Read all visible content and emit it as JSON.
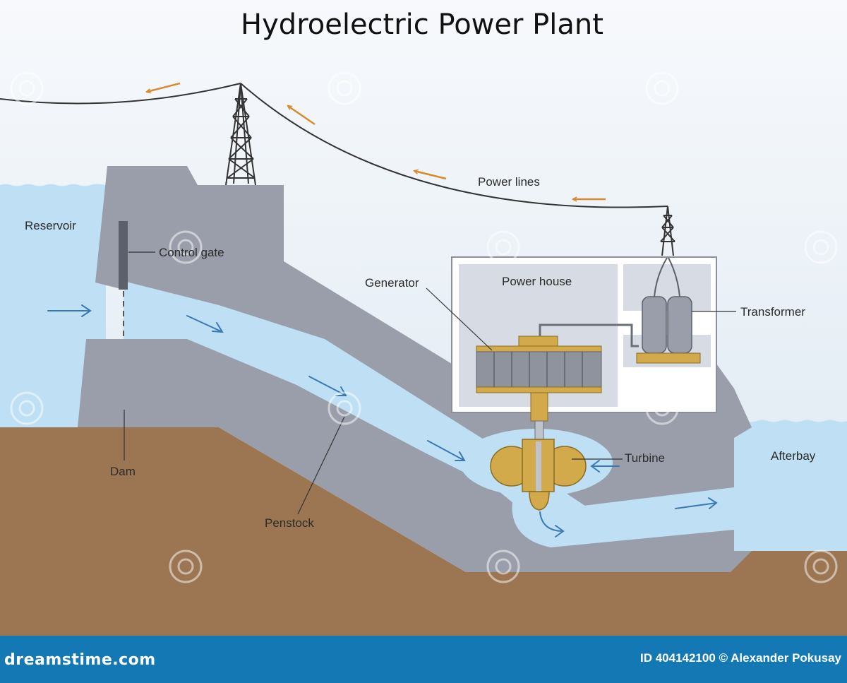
{
  "diagram": {
    "title": "Hydroelectric Power Plant",
    "labels": {
      "reservoir": "Reservoir",
      "control_gate": "Control gate",
      "dam": "Dam",
      "penstock": "Penstock",
      "generator": "Generator",
      "power_house": "Power house",
      "transformer": "Transformer",
      "turbine": "Turbine",
      "afterbay": "Afterbay",
      "power_lines": "Power lines"
    },
    "colors": {
      "sky": "#e6eef6",
      "water": "#bfe0f4",
      "concrete": "#9a9eab",
      "ground": "#9c7653",
      "turbine_gold": "#d2aa4c",
      "power_arrow": "#d98a2e",
      "water_arrow": "#3a78b5",
      "footer": "#1478b4"
    }
  },
  "footer": {
    "brand": "dreamstime.com",
    "credit": "ID 404142100 © Alexander Pokusay"
  }
}
